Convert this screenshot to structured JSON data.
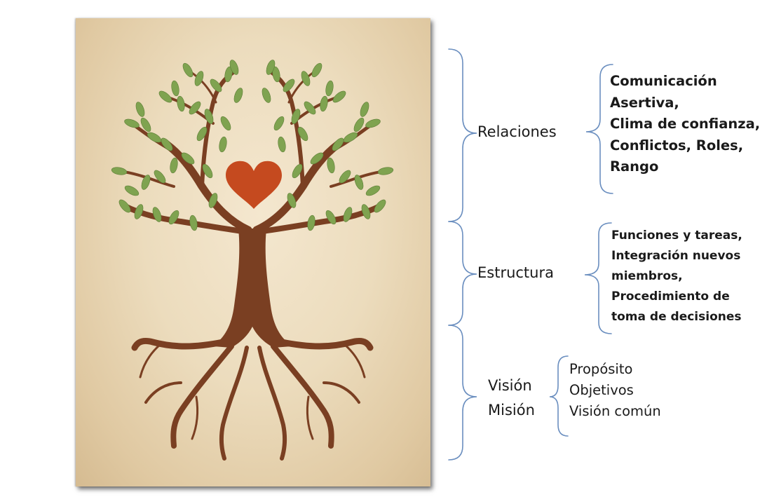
{
  "colors": {
    "bracket": "#6a8ebf",
    "trunk": "#7a3f22",
    "leaf": "#7fa350",
    "heart": "#c54a1f"
  },
  "icons": [
    "tree-illustration",
    "heart-icon"
  ],
  "sections": [
    {
      "label": "Relaciones",
      "details": [
        "Comunicación",
        "Asertiva,",
        "Clima de confianza,",
        "Conflictos, Roles,",
        "Rango"
      ]
    },
    {
      "label": "Estructura",
      "details": [
        "Funciones y tareas,",
        "Integración nuevos",
        "miembros,",
        "Procedimiento de",
        "toma de decisiones"
      ]
    },
    {
      "label_lines": [
        "Visión",
        "Misión"
      ],
      "details": [
        "Propósito",
        "Objetivos",
        "Visión común"
      ]
    }
  ]
}
